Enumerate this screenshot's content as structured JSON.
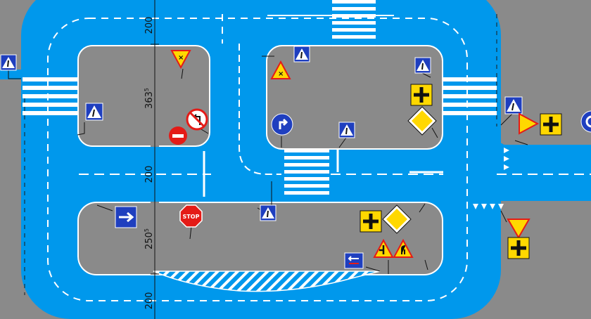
{
  "dimensions": {
    "top": "200",
    "upper_block": "363",
    "upper_block_sup": "5",
    "middle": "200",
    "lower_block": "250",
    "lower_block_sup": "5",
    "bottom": "200"
  },
  "signs": {
    "stop_text": "STOP"
  },
  "colors": {
    "road": "#0098ec",
    "ground": "#8a8a8a",
    "marking": "#ffffff",
    "sign_blue": "#1f3fbf",
    "sign_yellow": "#ffd800",
    "sign_red": "#e41b17"
  }
}
